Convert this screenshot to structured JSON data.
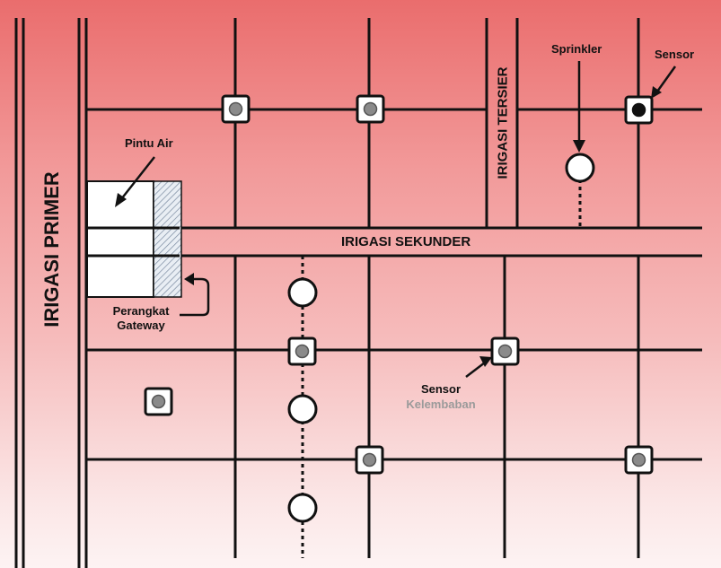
{
  "labels": {
    "irigasi_primer": "IRIGASI PRIMER",
    "irigasi_sekunder": "IRIGASI SEKUNDER",
    "irigasi_tersier": "IRIGASI TERSIER",
    "pintu_air": "Pintu Air",
    "perangkat": "Perangkat",
    "gateway": "Gateway",
    "sprinkler": "Sprinkler",
    "sensor_top": "Sensor",
    "sensor_mid": "Sensor",
    "kelembaban": "Kelembaban"
  },
  "colors": {
    "line": "#111111",
    "sensor_fill": "#ffffff",
    "sensor_core": "#8a8a8a",
    "kelembaban_text": "#9a9a9a"
  }
}
